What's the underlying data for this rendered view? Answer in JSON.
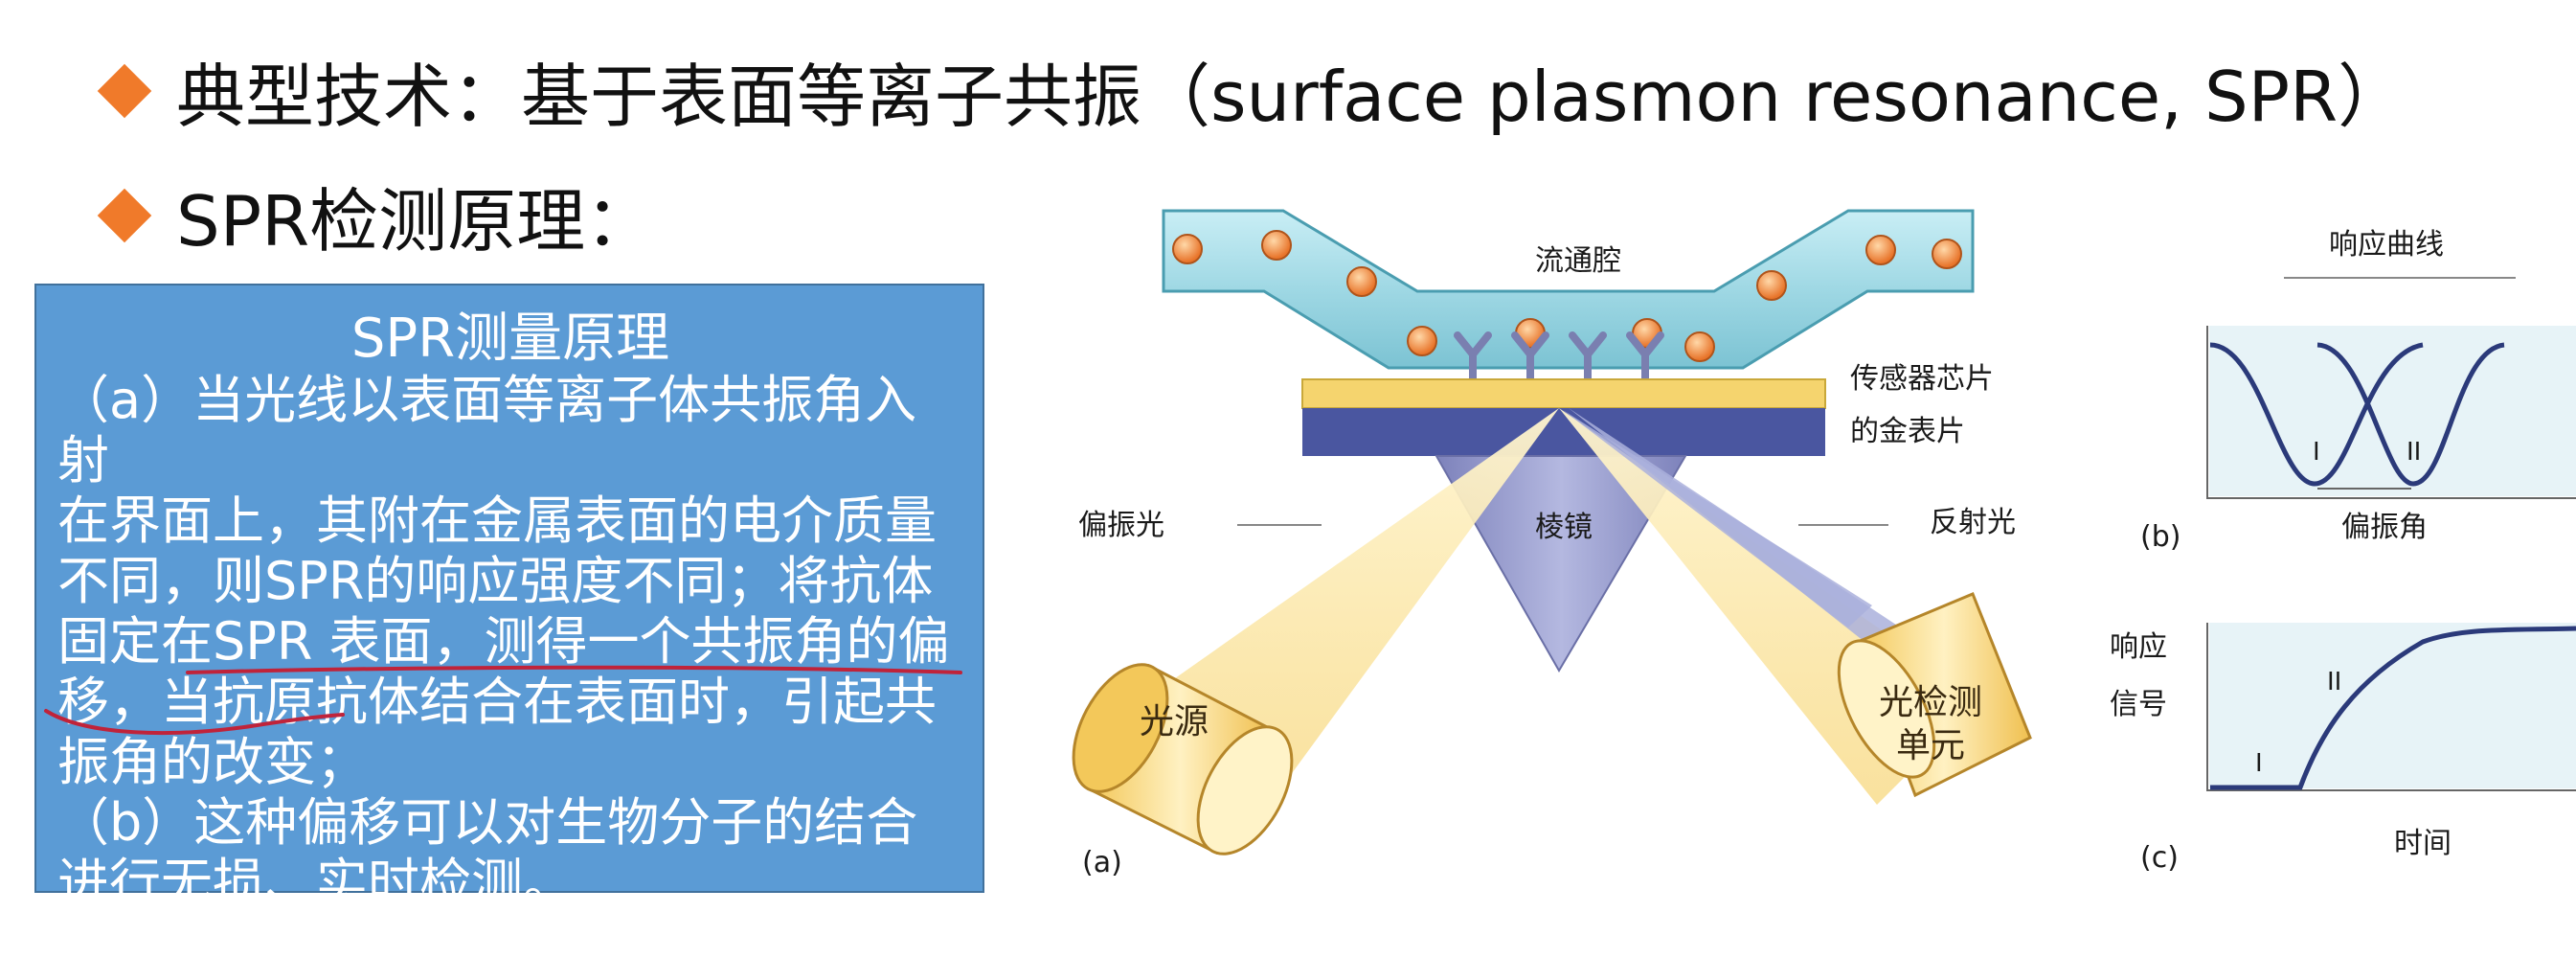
{
  "colors": {
    "accent_bullet": "#f07a2a",
    "box_fill": "#5b9bd5",
    "box_border": "#41719c",
    "underline": "#c0233a",
    "channel": "#9fd8e4",
    "particle": "#f08a3c",
    "gold": "#f5d46e",
    "substrate": "#4a56a0",
    "prism": "#8f94c8",
    "curve": "#2b3a7a"
  },
  "bullets": {
    "line1": "典型技术：基于表面等离子共振（surface plasmon resonance, SPR）",
    "line2": "SPR检测原理："
  },
  "box": {
    "title": "SPR测量原理",
    "para_a_line1": "（a）当光线以表面等离子体共振角入射",
    "para_a_line2": "在界面上，其附在金属表面的电介质量",
    "para_a_line3": "不同，则SPR的响应强度不同；将抗体",
    "para_a_line4": "固定在SPR 表面，测得一个共振角的偏",
    "para_a_line5_prefix": "移，",
    "para_a_line5_underlined": "当抗原抗体结合在表面时，引起共",
    "para_a_line6_underlined": "振角的改变",
    "para_a_line6_suffix": "；",
    "para_b_line1": "（b）这种偏移可以对生物分子的结合",
    "para_b_line2": "进行无损、实时检测。"
  },
  "figure": {
    "flow_cell": "流通腔",
    "chip_line1": "传感器芯片",
    "chip_line2": "的金表片",
    "polarized_light": "偏振光",
    "prism": "棱镜",
    "reflected_light": "反射光",
    "light_source": "光源",
    "detector_line1": "光检测",
    "detector_line2": "单元",
    "label_a": "(a)",
    "response_curve": "响应曲线",
    "label_b": "(b)",
    "polarization_angle": "偏振角",
    "mark_I": "I",
    "mark_II": "II",
    "response_line1": "响应",
    "response_line2": "信号",
    "label_c": "(c)",
    "time": "时间"
  }
}
